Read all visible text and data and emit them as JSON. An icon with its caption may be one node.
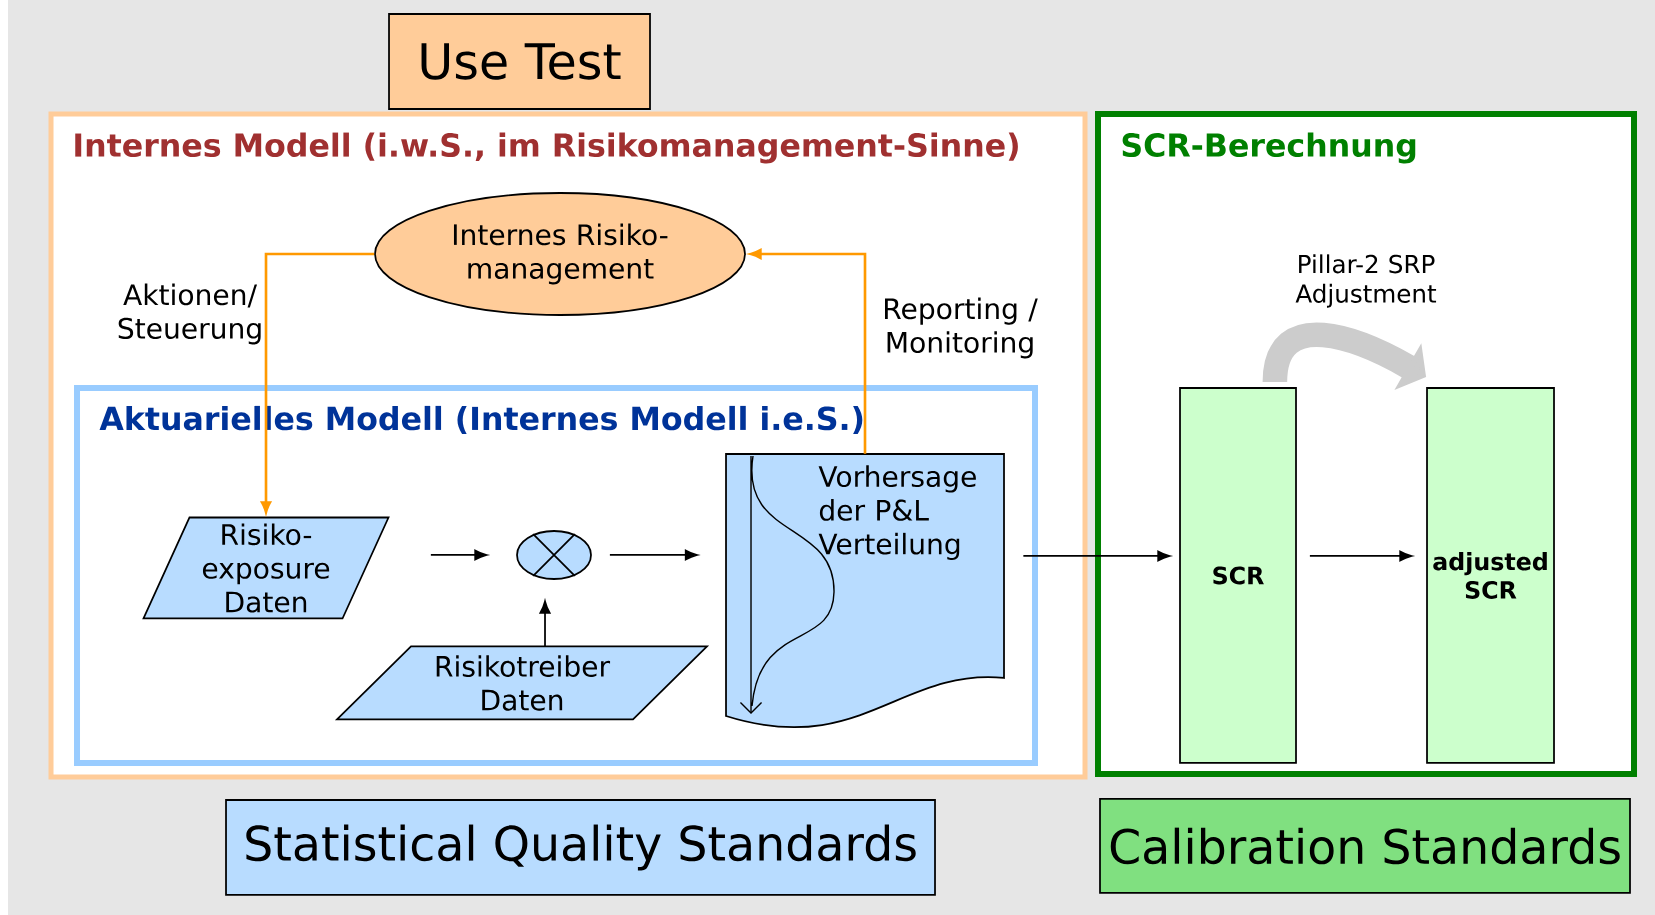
{
  "diagram": {
    "nodes": [
      {
        "text": [
          "Use Test"
        ]
      },
      {
        "text": [
          "Internes Modell (i.w.S., im Risikomanagement-Sinne)"
        ]
      },
      {
        "text": [
          "Internes Risiko- management"
        ],
        "in": 1
      },
      {
        "text": [
          "Aktuarielles Modell (Internes Modell i.e.S.)"
        ],
        "in": 1
      },
      {
        "text": [
          "Risiko- exposure Daten"
        ],
        "in": 3
      },
      {
        "text": [],
        "shape": "circle",
        "in": 3
      },
      {
        "text": [
          "Risikotreiber Daten"
        ],
        "in": 3
      },
      {
        "text": [
          "Vorhersage der P&L Verteilung"
        ],
        "in": 3
      },
      {
        "text": [
          "SCR-Berechnung"
        ]
      },
      {
        "text": [
          "SCR"
        ],
        "in": 8
      },
      {
        "text": [
          "adjusted SCR"
        ],
        "in": 8
      },
      {
        "text": [
          "Statistical Quality Standards"
        ]
      },
      {
        "text": [
          "Calibration Standards"
        ]
      }
    ],
    "edges": [
      {
        "from": 2,
        "to": 4,
        "arrow": "to",
        "label": "Aktionen/ Steuerung",
        "color": "#ff9900"
      },
      {
        "from": 7,
        "to": 2,
        "arrow": "to",
        "label": "Reporting / Monitoring",
        "color": "#ff9900"
      },
      {
        "from": 4,
        "to": 5,
        "arrow": "to"
      },
      {
        "from": 6,
        "to": 5,
        "arrow": "to"
      },
      {
        "from": 5,
        "to": 7,
        "arrow": "to"
      },
      {
        "from": 7,
        "to": 9,
        "arrow": "to"
      },
      {
        "from": 9,
        "to": 10,
        "arrow": "to"
      },
      {
        "from": 9,
        "to": 10,
        "arrow": "to",
        "label": "Pillar-2 SRP Adjustment",
        "style": "thick",
        "color": "#cccccc"
      }
    ]
  }
}
